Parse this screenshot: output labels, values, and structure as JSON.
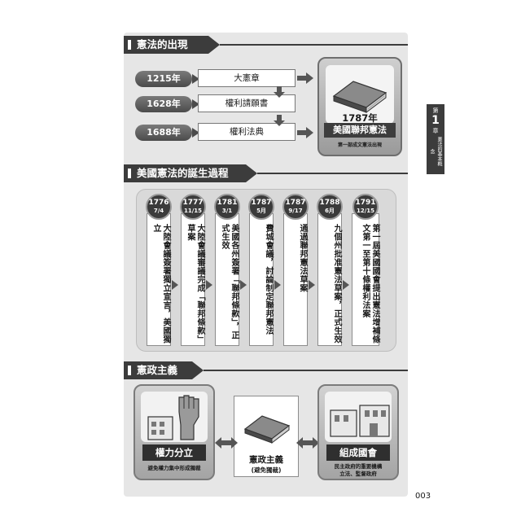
{
  "origin": {
    "header": "憲法的出現",
    "rows": [
      {
        "year": "1215年",
        "doc": "大憲章"
      },
      {
        "year": "1628年",
        "doc": "權利請願書"
      },
      {
        "year": "1688年",
        "doc": "權利法典"
      }
    ],
    "book_year": "1787年",
    "book_title": "美國聯邦憲法",
    "book_subtitle": "第一部成文憲法出現"
  },
  "birth": {
    "header": "美國憲法的誕生過程",
    "events": [
      {
        "year": "1776",
        "date": "7/4",
        "text": "大陸會議簽署獨立宣言，美國獨立"
      },
      {
        "year": "1777",
        "date": "11/15",
        "text": "大陸會議審議完成「聯邦條款」草案"
      },
      {
        "year": "1781",
        "date": "3/1",
        "text": "美國各州簽署「聯邦條款」，正式生效"
      },
      {
        "year": "1787",
        "date": "5月",
        "text": "費城會議，討論制定聯邦憲法"
      },
      {
        "year": "1787",
        "date": "9/17",
        "text": "通過聯邦憲法草案"
      },
      {
        "year": "1788",
        "date": "6月",
        "text": "九個州批准憲法草案，正式生效"
      },
      {
        "year": "1791",
        "date": "12/15",
        "text": "第一屆美國國會提出憲法增補條文第一至第十條權利法案"
      }
    ]
  },
  "constitutionalism": {
    "header": "憲政主義",
    "left_label": "權力分立",
    "left_desc": "避免權力集中形成獨裁",
    "center_title": "憲政主義",
    "center_sub": "(避免獨裁)",
    "right_label": "組成國會",
    "right_desc_1": "民主政府的重要機構",
    "right_desc_2": "立法、監督政府"
  },
  "chapter": {
    "prefix": "第",
    "number": "1",
    "suffix": "章",
    "name": "憲法的基本概念"
  },
  "page_number": "003"
}
